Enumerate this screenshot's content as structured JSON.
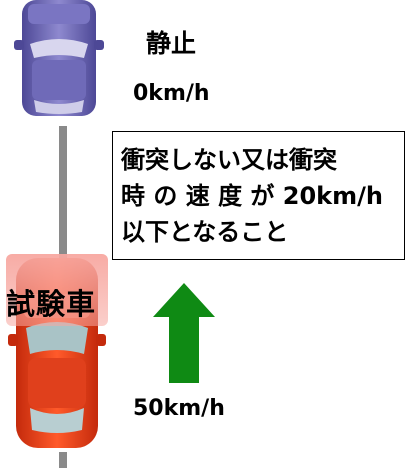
{
  "stopped_vehicle": {
    "title": "静止",
    "speed": "0km/h",
    "color": "#6a64ad"
  },
  "test_vehicle": {
    "title": "試験車",
    "speed": "50km/h",
    "color": "#e8340f",
    "highlight_color": "#f7a7a0"
  },
  "requirement": {
    "lines": [
      "衝突しない又は衝突",
      "時 の 速 度 が 20km/h",
      "以下となること"
    ]
  },
  "arrow": {
    "icon": "up-arrow-icon",
    "color": "#0f8a14"
  },
  "lane_color": "#8a8a8a"
}
